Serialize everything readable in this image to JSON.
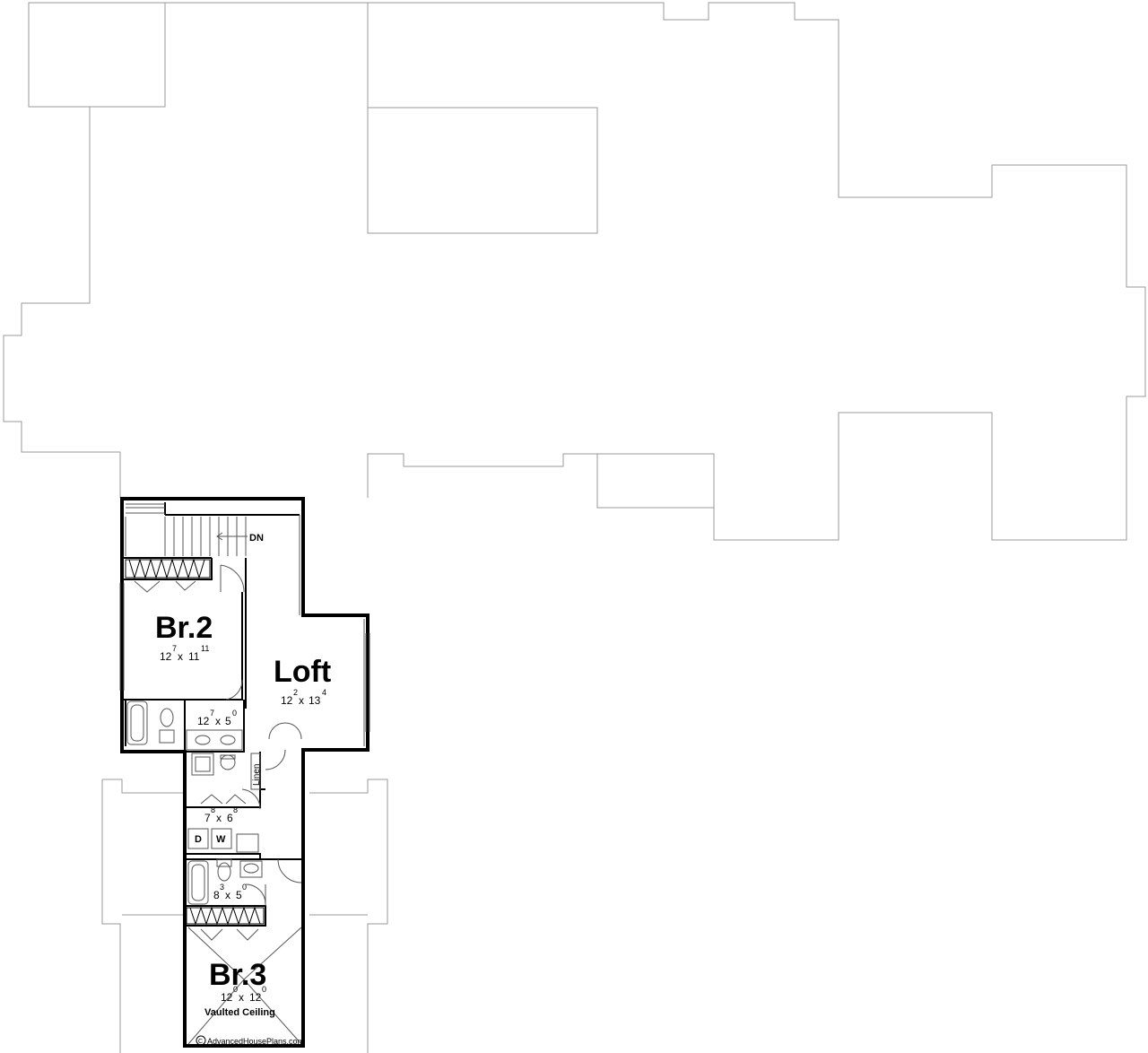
{
  "rooms": {
    "br2": {
      "name": "Br.2",
      "w_ft": "12",
      "w_in": "7",
      "x": "x",
      "d_ft": "11",
      "d_in": "11"
    },
    "loft": {
      "name": "Loft",
      "w_ft": "12",
      "w_in": "2",
      "x": "x",
      "d_ft": "13",
      "d_in": "4"
    },
    "bath2": {
      "w_ft": "12",
      "w_in": "7",
      "x": "x",
      "d_ft": "5",
      "d_in": "0"
    },
    "laundry": {
      "w_ft": "7",
      "w_in": "8",
      "x": "x",
      "d_ft": "6",
      "d_in": "8"
    },
    "bath3": {
      "w_ft": "8",
      "w_in": "3",
      "x": "x",
      "d_ft": "5",
      "d_in": "0"
    },
    "br3": {
      "name": "Br.3",
      "w_ft": "12",
      "w_in": "0",
      "x": "x",
      "d_ft": "12",
      "d_in": "0",
      "note": "Vaulted Ceiling"
    }
  },
  "labels": {
    "stairs": "DN",
    "linen": "Linen",
    "dryer": "D",
    "washer": "W"
  },
  "copyright": {
    "symbol": "C",
    "text": "AdvancedHousePlans.com"
  }
}
